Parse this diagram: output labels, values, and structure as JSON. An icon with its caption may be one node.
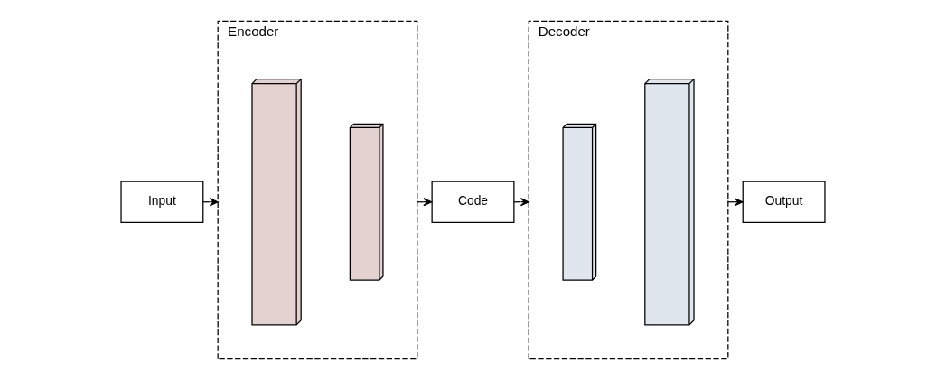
{
  "diagram": {
    "nodes": [
      {
        "text": [
          "Input"
        ]
      },
      {
        "text": [
          "Encoder"
        ]
      },
      {
        "text": [],
        "shape": "box",
        "in": 1
      },
      {
        "text": [],
        "shape": "box",
        "in": 1
      },
      {
        "text": [
          "Code"
        ]
      },
      {
        "text": [
          "Decoder"
        ]
      },
      {
        "text": [],
        "shape": "box",
        "in": 5
      },
      {
        "text": [],
        "shape": "box",
        "in": 5
      },
      {
        "text": [
          "Output"
        ]
      }
    ],
    "edges": [
      {
        "from": 0,
        "to": 1,
        "arrow": "to"
      },
      {
        "from": 1,
        "to": 4,
        "arrow": "to"
      },
      {
        "from": 4,
        "to": 5,
        "arrow": "to"
      },
      {
        "from": 5,
        "to": 8,
        "arrow": "to"
      }
    ]
  }
}
